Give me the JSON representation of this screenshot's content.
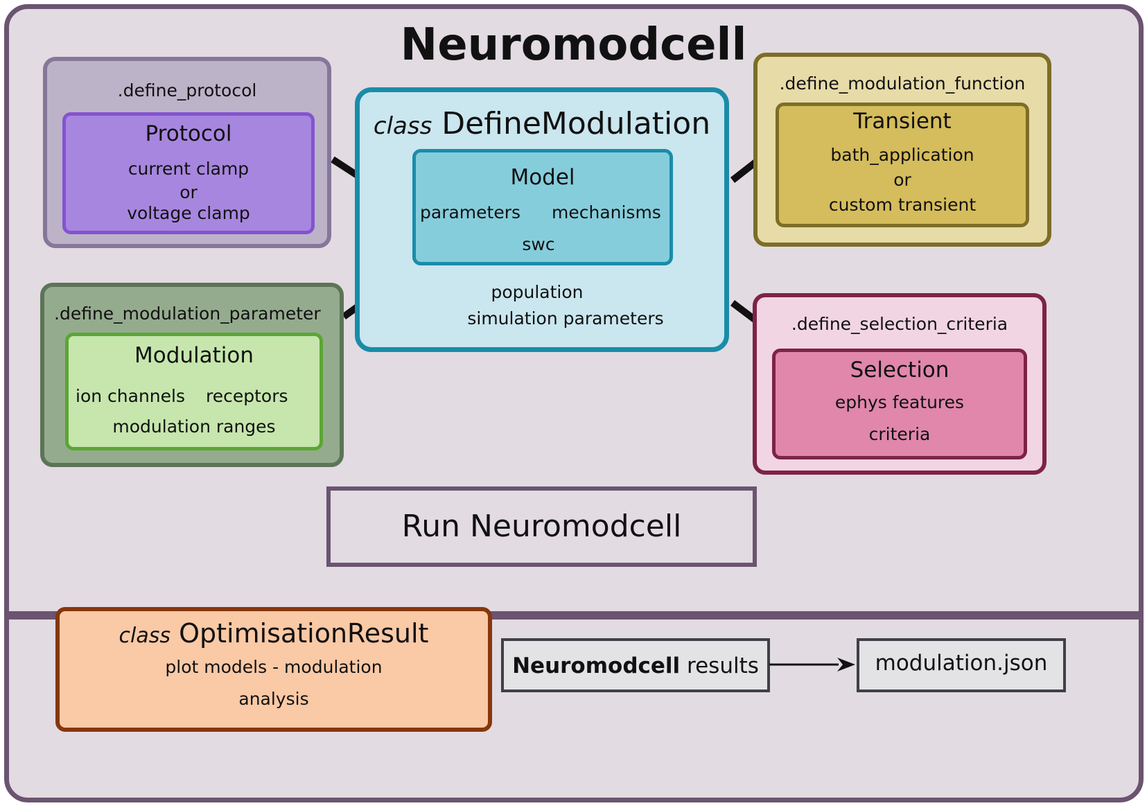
{
  "title": "Neuromodcell",
  "protocol": {
    "method": ".define_protocol",
    "heading": "Protocol",
    "lines": [
      "current clamp",
      "or",
      "voltage clamp"
    ]
  },
  "modulation": {
    "method": ".define_modulation_parameter",
    "heading": "Modulation",
    "items": [
      "ion channels",
      "receptors"
    ],
    "extra": "modulation ranges"
  },
  "define_modulation": {
    "class_keyword": "class",
    "class_name": "DefineModulation",
    "model": {
      "heading": "Model",
      "items": [
        "parameters",
        "mechanisms"
      ],
      "extra": "swc"
    },
    "lines": [
      "population",
      "simulation parameters"
    ]
  },
  "transient": {
    "method": ".define_modulation_function",
    "heading": "Transient",
    "lines": [
      "bath_application",
      "or",
      "custom transient"
    ]
  },
  "selection": {
    "method": ".define_selection_criteria",
    "heading": "Selection",
    "lines": [
      "ephys features",
      "criteria"
    ]
  },
  "run_label": "Run Neuromodcell",
  "optimisation_result": {
    "class_keyword": "class",
    "class_name": "OptimisationResult",
    "lines": [
      "plot models - modulation",
      "analysis"
    ]
  },
  "results": {
    "bold": "Neuromodcell",
    "rest": " results"
  },
  "output_file": "modulation.json",
  "colors": {
    "outer_bg": "#e2dbe2",
    "outer_border": "#6b5470",
    "protocol_inner": "#a786df",
    "modulation_inner": "#c6e6ad",
    "define_modulation_bg": "#cae6ef",
    "model_bg": "#86cddc",
    "transient_inner": "#d5bc5c",
    "selection_inner": "#e087ab",
    "optimisation_bg": "#fac9a6"
  }
}
